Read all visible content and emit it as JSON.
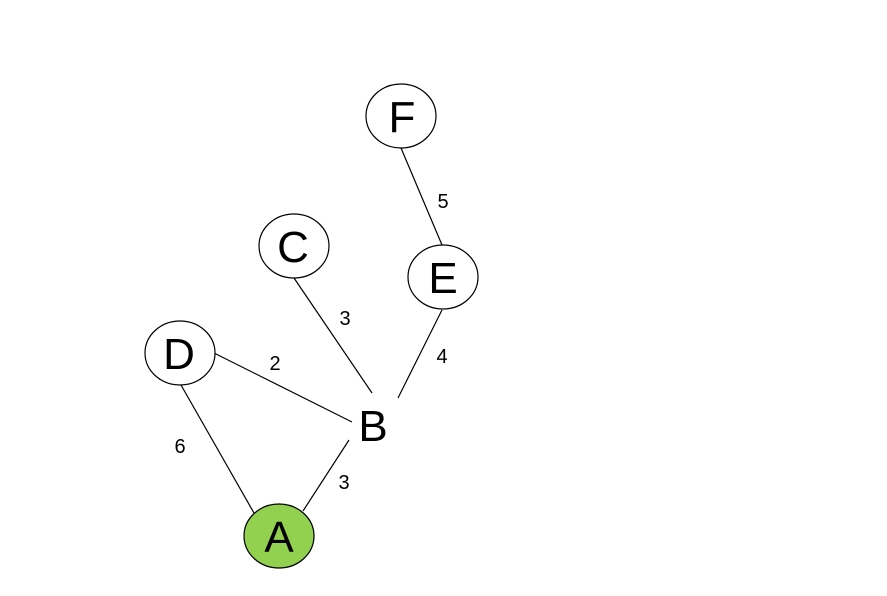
{
  "graph": {
    "nodes": [
      {
        "id": "F",
        "label": "F",
        "circled": true,
        "highlighted": false
      },
      {
        "id": "C",
        "label": "C",
        "circled": true,
        "highlighted": false
      },
      {
        "id": "E",
        "label": "E",
        "circled": true,
        "highlighted": false
      },
      {
        "id": "D",
        "label": "D",
        "circled": true,
        "highlighted": false
      },
      {
        "id": "B",
        "label": "B",
        "circled": false,
        "highlighted": false
      },
      {
        "id": "A",
        "label": "A",
        "circled": true,
        "highlighted": true
      }
    ],
    "edges": [
      {
        "from": "F",
        "to": "E",
        "weight": "5"
      },
      {
        "from": "C",
        "to": "B",
        "weight": "3"
      },
      {
        "from": "E",
        "to": "B",
        "weight": "4"
      },
      {
        "from": "D",
        "to": "B",
        "weight": "2"
      },
      {
        "from": "D",
        "to": "A",
        "weight": "6"
      },
      {
        "from": "A",
        "to": "B",
        "weight": "3"
      }
    ]
  },
  "colors": {
    "highlight_fill": "#92d050",
    "node_fill": "#ffffff",
    "stroke": "#000000"
  }
}
